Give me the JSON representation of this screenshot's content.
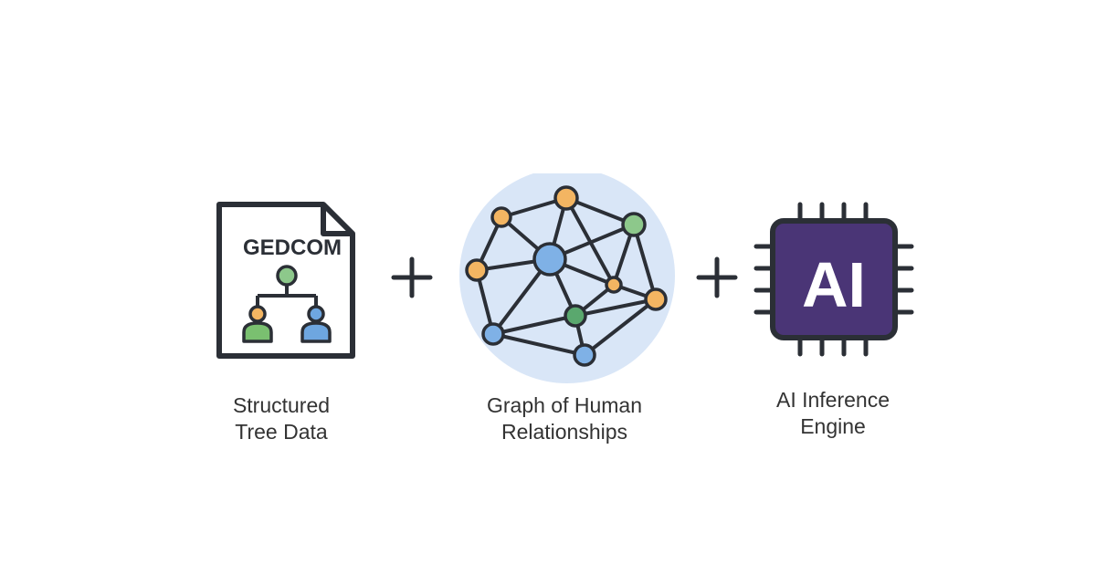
{
  "diagram": {
    "items": [
      {
        "icon_text": "GEDCOM",
        "caption_line1": "Structured",
        "caption_line2": "Tree Data"
      },
      {
        "caption_line1": "Graph of Human",
        "caption_line2": "Relationships"
      },
      {
        "icon_text": "AI",
        "caption_line1": "AI Inference",
        "caption_line2": "Engine"
      }
    ],
    "operators": [
      "+",
      "+"
    ]
  },
  "colors": {
    "outline": "#2b2f36",
    "node_blue": "#7fb1e6",
    "node_orange": "#f3b562",
    "node_green": "#8dc88b",
    "person_green": "#7ac070",
    "person_blue": "#6ea6e0",
    "graph_bg": "#d9e6f7",
    "chip_purple": "#4a3576",
    "chip_text": "#ffffff"
  }
}
